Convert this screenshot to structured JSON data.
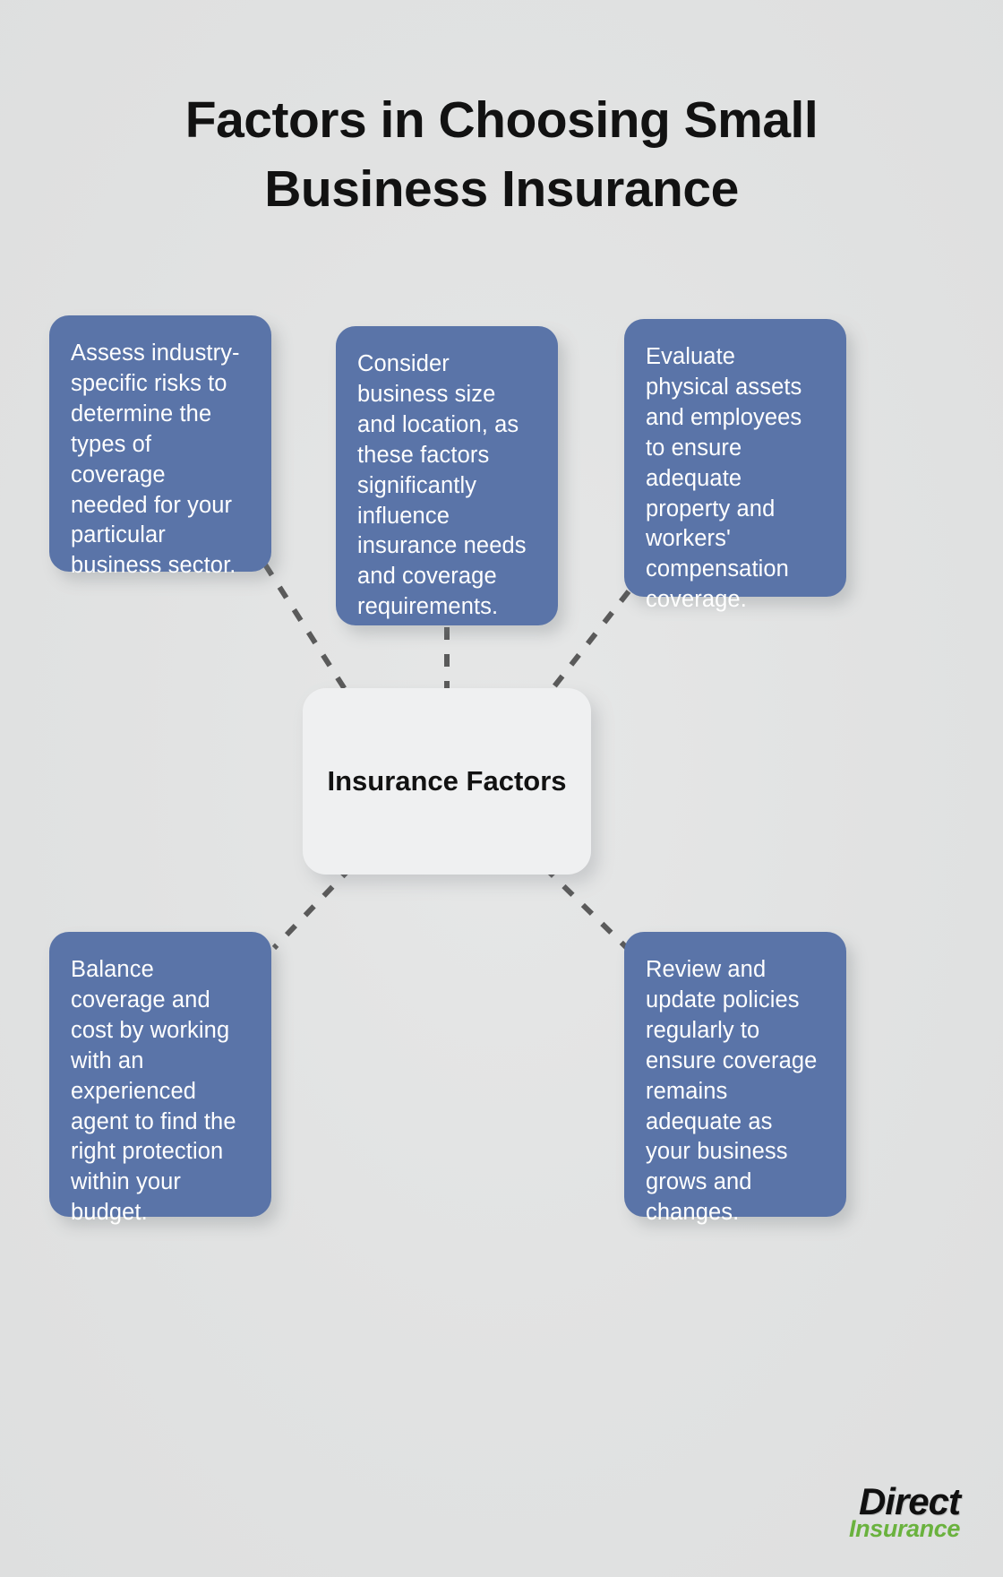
{
  "page": {
    "title": "Factors in Choosing Small Business Insurance",
    "background_color": "#e2e3e3",
    "card_color": "#5a74a8",
    "center_card_color": "#eff0f1",
    "text_color": "#ffffff",
    "title_color": "#121212",
    "connector_color": "#5a5a5a"
  },
  "center": {
    "label": "Insurance Factors"
  },
  "nodes": [
    {
      "id": "top-left",
      "text": "Assess industry-specific risks to determine the types of coverage needed for your particular business sector."
    },
    {
      "id": "top-mid",
      "text": "Consider business size and location, as these factors significantly influence insurance needs and coverage requirements."
    },
    {
      "id": "top-right",
      "text": "Evaluate physical assets and employees to ensure adequate property and workers' compensation coverage."
    },
    {
      "id": "bottom-left",
      "text": "Balance coverage and cost by working with an experienced agent to find the right protection within your budget."
    },
    {
      "id": "bottom-right",
      "text": "Review and update policies regularly to ensure coverage remains adequate as your business grows and changes."
    }
  ],
  "logo": {
    "main": "Direct",
    "sub": "Insurance",
    "main_color": "#101010",
    "sub_color": "#6ab23e"
  }
}
